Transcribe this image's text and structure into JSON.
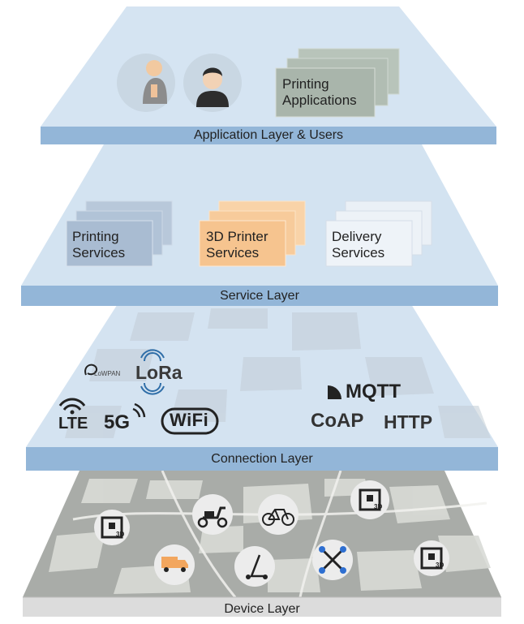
{
  "layers": {
    "application": {
      "label": "Application Layer & Users"
    },
    "service": {
      "label": "Service Layer"
    },
    "connection": {
      "label": "Connection Layer"
    },
    "device": {
      "label": "Device Layer"
    }
  },
  "application": {
    "apps_label_line1": "Printing",
    "apps_label_line2": "Applications"
  },
  "services": {
    "printing": {
      "line1": "Printing",
      "line2": "Services",
      "color": "#a9bcd2"
    },
    "printer3d": {
      "line1": "3D Printer",
      "line2": "Services",
      "color": "#f6c48f"
    },
    "delivery": {
      "line1": "Delivery",
      "line2": "Services",
      "color": "#eef3f8"
    }
  },
  "protocols": {
    "lowpan": "LoWPAN",
    "lora": "LoRa",
    "lte": "LTE",
    "fiveg": "5G",
    "wifi": "WiFi",
    "mqtt": "MQTT",
    "coap": "CoAP",
    "http": "HTTP"
  },
  "device_icons": {
    "printer_badge": "3D"
  },
  "colors": {
    "plane": "#cfe0ef",
    "band": "#93b6d8",
    "band_edge": "#7ea3c8",
    "apps_card": "#a9b5ab"
  }
}
